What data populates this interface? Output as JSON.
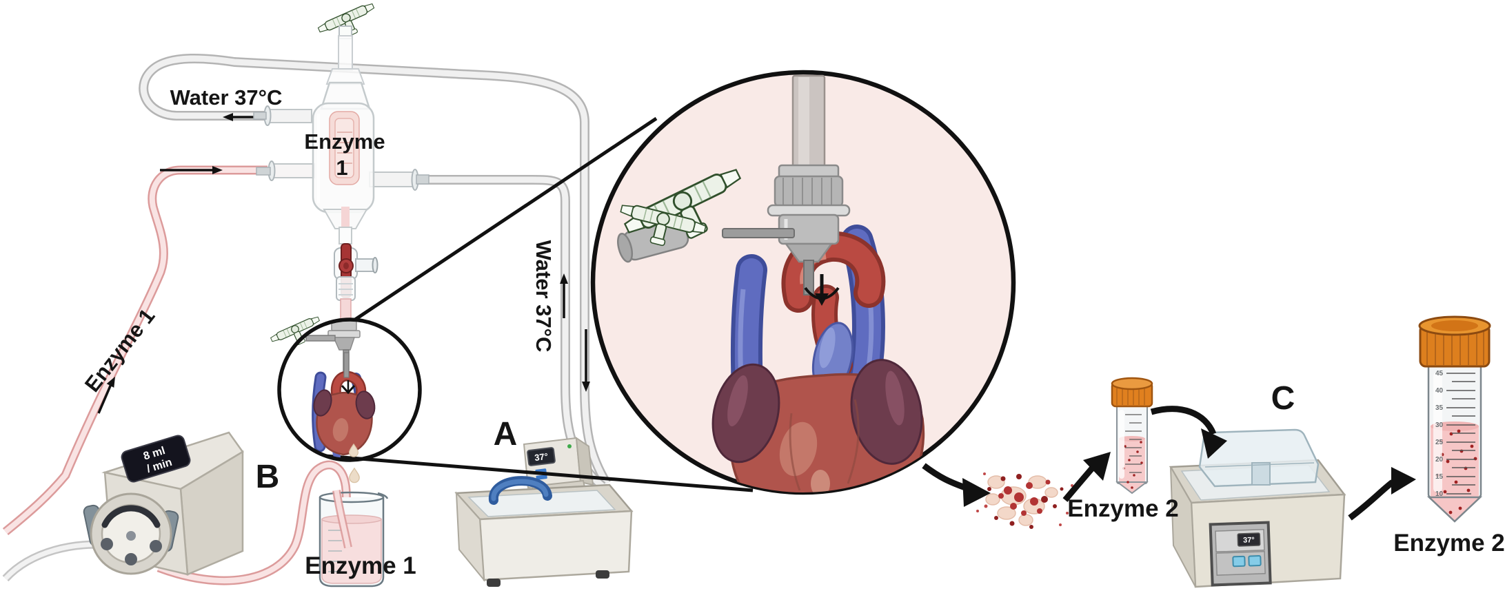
{
  "labels": {
    "water_loop": "Water 37°C",
    "water_column": "Water 37°C",
    "enzyme1_tube_label": "Enzyme 1",
    "chamber_enzyme_line1": "Enzyme",
    "chamber_enzyme_line2": "1",
    "enzyme1_beaker_label": "Enzyme 1",
    "enzyme2_suspension_label": "Enzyme 2",
    "enzyme2_final_label": "Enzyme 2",
    "panel_a": "A",
    "panel_b": "B",
    "panel_c": "C"
  },
  "pump": {
    "display_line1": "8 ml",
    "display_line2": "/ min"
  },
  "bath_a": {
    "display": "37°"
  },
  "bath_c": {
    "display": "37°"
  },
  "final_tube": {
    "graduations": [
      "45",
      "40",
      "35",
      "30",
      "25",
      "20",
      "15",
      "10"
    ]
  },
  "colors": {
    "magnifier_fill": "#f9eae7",
    "heart_body": "#b0544c",
    "heart_auricle": "#6d3c4d",
    "vessel_blue": "#5f6cc0",
    "aorta_red": "#ba4a42",
    "stopcock_green_stroke": "#31502c",
    "stopcock_red": "#a63434",
    "tube_cap_orange": "#e0801f",
    "liquid_pink": "#f6caca",
    "gray_tube": "#efefef",
    "pink_tube": "#f8e0e0",
    "outline_black": "#111111"
  }
}
